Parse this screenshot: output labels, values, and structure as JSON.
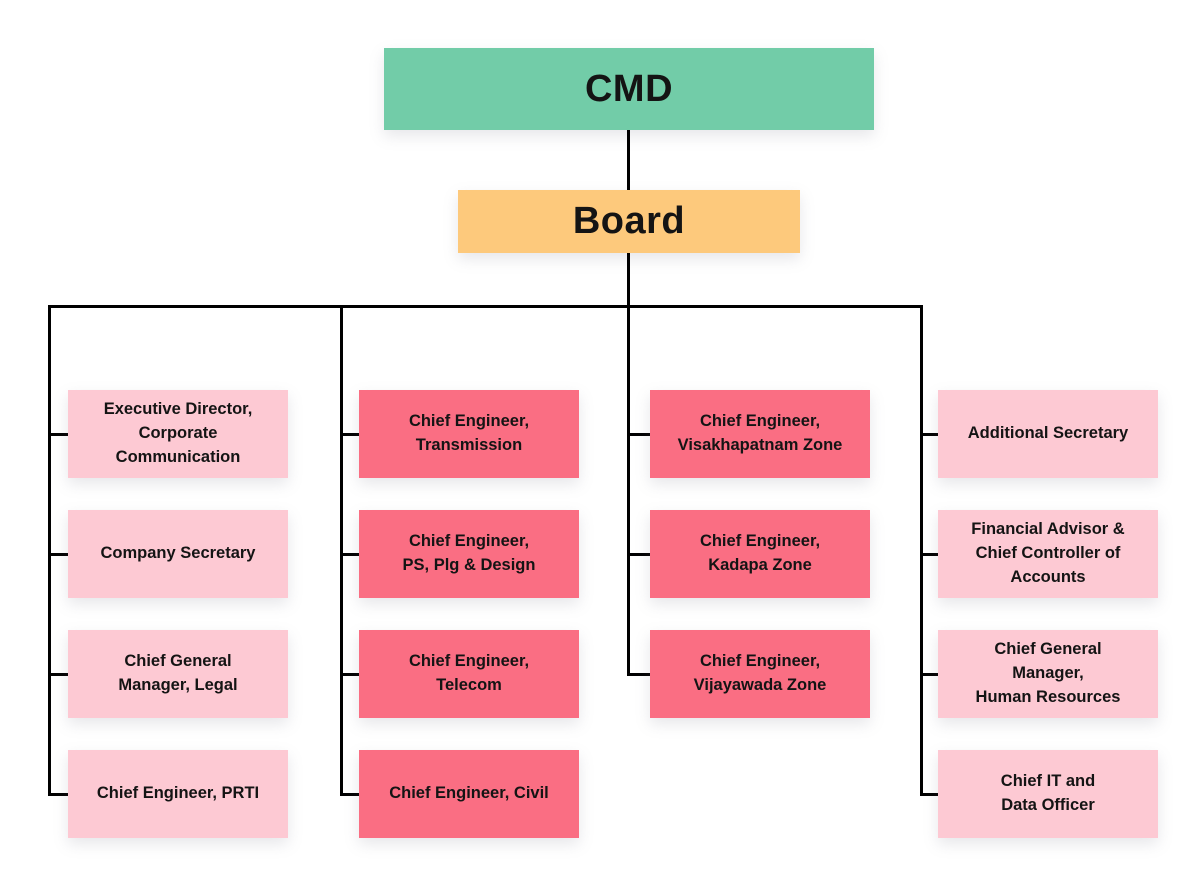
{
  "org": {
    "root": {
      "label": "CMD",
      "color": "#72CCA8"
    },
    "board": {
      "label": "Board",
      "color": "#FDC97C"
    },
    "line_color": "#000000",
    "text_color": "#141414",
    "columns": [
      {
        "color": "#FDC9D3",
        "items": [
          {
            "lines": [
              "Executive Director,",
              "Corporate",
              "Communication"
            ]
          },
          {
            "lines": [
              "Company Secretary"
            ]
          },
          {
            "lines": [
              "Chief General",
              "Manager, Legal"
            ]
          },
          {
            "lines": [
              "Chief Engineer, PRTI"
            ]
          }
        ]
      },
      {
        "color": "#FA6E83",
        "items": [
          {
            "lines": [
              "Chief Engineer,",
              "Transmission"
            ]
          },
          {
            "lines": [
              "Chief Engineer,",
              "PS, Plg & Design"
            ]
          },
          {
            "lines": [
              "Chief Engineer,",
              "Telecom"
            ]
          },
          {
            "lines": [
              "Chief Engineer, Civil"
            ]
          }
        ]
      },
      {
        "color": "#FA6E83",
        "items": [
          {
            "lines": [
              "Chief Engineer,",
              "Visakhapatnam Zone"
            ]
          },
          {
            "lines": [
              "Chief Engineer,",
              "Kadapa Zone"
            ]
          },
          {
            "lines": [
              "Chief Engineer,",
              "Vijayawada Zone"
            ]
          }
        ]
      },
      {
        "color": "#FDC9D3",
        "items": [
          {
            "lines": [
              "Additional Secretary"
            ]
          },
          {
            "lines": [
              "Financial Advisor &",
              "Chief Controller of",
              "Accounts"
            ]
          },
          {
            "lines": [
              "Chief General",
              "Manager,",
              "Human Resources"
            ]
          },
          {
            "lines": [
              "Chief IT and",
              "Data Officer"
            ]
          }
        ]
      }
    ]
  }
}
